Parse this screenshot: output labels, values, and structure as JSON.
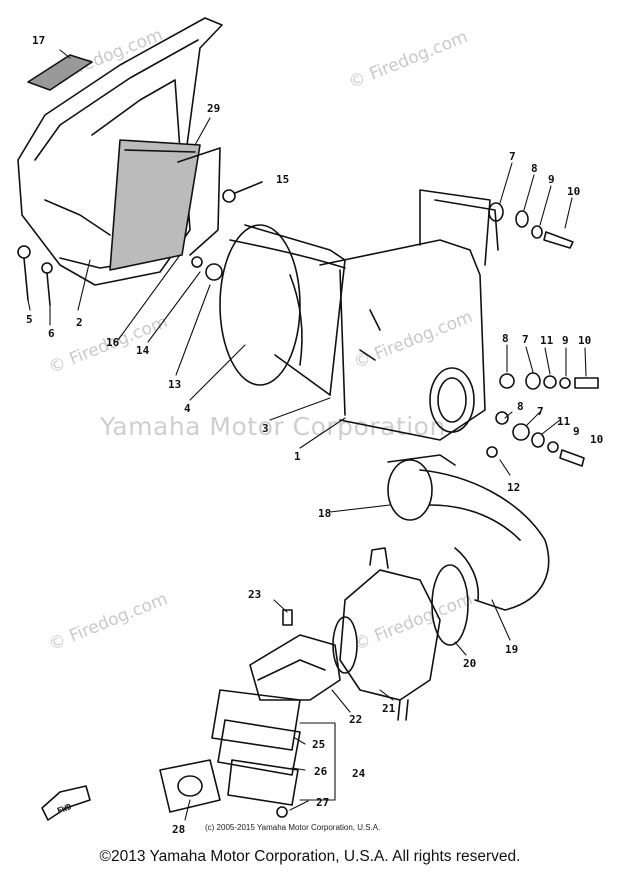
{
  "watermarks": {
    "small": "© Firedog.com",
    "center": "Yamaha Motor Corporation"
  },
  "callouts": [
    {
      "id": "17",
      "text": "17"
    },
    {
      "id": "29",
      "text": "29"
    },
    {
      "id": "15",
      "text": "15"
    },
    {
      "id": "5",
      "text": "5"
    },
    {
      "id": "6",
      "text": "6"
    },
    {
      "id": "2",
      "text": "2"
    },
    {
      "id": "16",
      "text": "16"
    },
    {
      "id": "14",
      "text": "14"
    },
    {
      "id": "13",
      "text": "13"
    },
    {
      "id": "4",
      "text": "4"
    },
    {
      "id": "3",
      "text": "3"
    },
    {
      "id": "1",
      "text": "1"
    },
    {
      "id": "7a",
      "text": "7"
    },
    {
      "id": "8a",
      "text": "8"
    },
    {
      "id": "9a",
      "text": "9"
    },
    {
      "id": "10a",
      "text": "10"
    },
    {
      "id": "8b",
      "text": "8"
    },
    {
      "id": "7b",
      "text": "7"
    },
    {
      "id": "11a",
      "text": "11"
    },
    {
      "id": "9b",
      "text": "9"
    },
    {
      "id": "10b",
      "text": "10"
    },
    {
      "id": "8c",
      "text": "8"
    },
    {
      "id": "7c",
      "text": "7"
    },
    {
      "id": "11b",
      "text": "11"
    },
    {
      "id": "9c",
      "text": "9"
    },
    {
      "id": "10c",
      "text": "10"
    },
    {
      "id": "12",
      "text": "12"
    },
    {
      "id": "18",
      "text": "18"
    },
    {
      "id": "23",
      "text": "23"
    },
    {
      "id": "19",
      "text": "19"
    },
    {
      "id": "20",
      "text": "20"
    },
    {
      "id": "21",
      "text": "21"
    },
    {
      "id": "22",
      "text": "22"
    },
    {
      "id": "25",
      "text": "25"
    },
    {
      "id": "26",
      "text": "26"
    },
    {
      "id": "24",
      "text": "24"
    },
    {
      "id": "27",
      "text": "27"
    },
    {
      "id": "28",
      "text": "28"
    }
  ],
  "fwd_label": "FWD",
  "inner_copyright": "(c) 2005-2015 Yamaha Motor Corporation, U.S.A.",
  "footer": "©2013 Yamaha Motor Corporation, U.S.A. All rights reserved."
}
